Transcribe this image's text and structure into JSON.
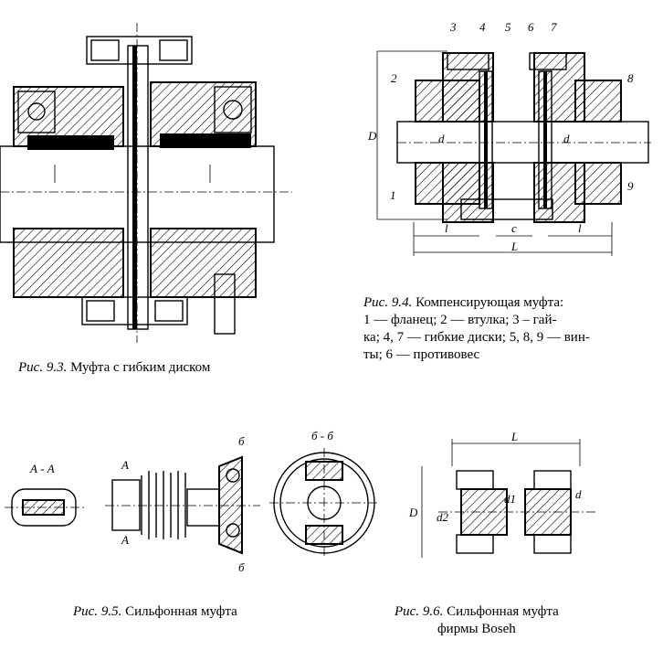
{
  "fig93": {
    "label": "Рис. 9.3.",
    "title": "Муфта с гибким диском"
  },
  "fig94": {
    "label": "Рис. 9.4.",
    "title": "Компенсирующая муфта:",
    "line2": "1 —  фланец;  2 — втулка;  3  – гай-",
    "line3": "ка;  4, 7 — гибкие диски; 5, 8, 9 — вин-",
    "line4": "ты;  6 — противовес",
    "callouts": [
      "3",
      "4",
      "5",
      "6",
      "7",
      "2",
      "8",
      "1",
      "9",
      "D",
      "d",
      "d",
      "l",
      "c",
      "l",
      "L"
    ]
  },
  "fig95": {
    "label": "Рис. 9.5.",
    "title": "Сильфонная муфта",
    "section_aa": "А - А",
    "section_bb": "б - б",
    "marks": [
      "А",
      "А",
      "б",
      "б"
    ]
  },
  "fig96": {
    "label": "Рис. 9.6.",
    "title": "Сильфонная муфта",
    "line2": "фирмы Boseh",
    "callouts": [
      "L",
      "d",
      "d1",
      "d2",
      "D"
    ]
  }
}
